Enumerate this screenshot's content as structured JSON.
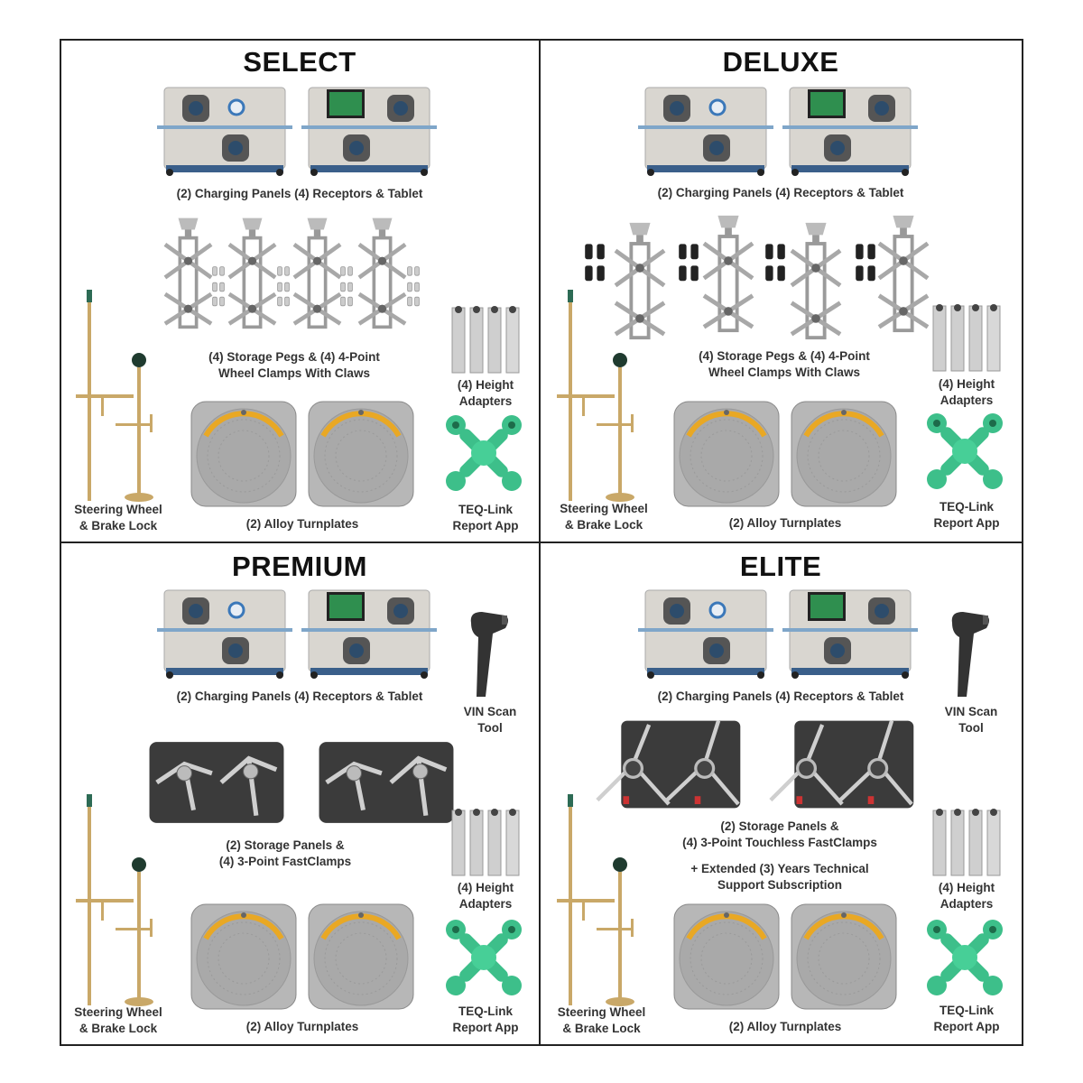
{
  "packages": [
    {
      "title": "SELECT",
      "panels_caption": "(2) Charging Panels (4) Receptors & Tablet",
      "clamps_caption_1": "(4) Storage Pegs & (4) 4-Point",
      "clamps_caption_2": "Wheel Clamps With Claws",
      "height_caption_1": "(4) Height",
      "height_caption_2": "Adapters",
      "steering_caption_1": "Steering Wheel",
      "steering_caption_2": "& Brake Lock",
      "turnplates_caption": "(2) Alloy Turnplates",
      "teq_caption_1": "TEQ-Link",
      "teq_caption_2": "Report App"
    },
    {
      "title": "DELUXE",
      "panels_caption": "(2) Charging Panels (4) Receptors & Tablet",
      "clamps_caption_1": "(4) Storage Pegs & (4) 4-Point",
      "clamps_caption_2": "Wheel Clamps With Claws",
      "height_caption_1": "(4) Height",
      "height_caption_2": "Adapters",
      "steering_caption_1": "Steering Wheel",
      "steering_caption_2": "& Brake Lock",
      "turnplates_caption": "(2) Alloy Turnplates",
      "teq_caption_1": "TEQ-Link",
      "teq_caption_2": "Report App"
    },
    {
      "title": "PREMIUM",
      "panels_caption": "(2) Charging Panels (4) Receptors & Tablet",
      "vin_caption_1": "VIN Scan",
      "vin_caption_2": "Tool",
      "clamps_caption_1": "(2) Storage Panels &",
      "clamps_caption_2": "(4) 3-Point FastClamps",
      "height_caption_1": "(4) Height",
      "height_caption_2": "Adapters",
      "steering_caption_1": "Steering Wheel",
      "steering_caption_2": "& Brake Lock",
      "turnplates_caption": "(2) Alloy Turnplates",
      "teq_caption_1": "TEQ-Link",
      "teq_caption_2": "Report App"
    },
    {
      "title": "ELITE",
      "panels_caption": "(2) Charging Panels (4) Receptors & Tablet",
      "vin_caption_1": "VIN Scan",
      "vin_caption_2": "Tool",
      "clamps_caption_1": "(2) Storage Panels &",
      "clamps_caption_2": "(4) 3-Point Touchless FastClamps",
      "support_caption_1": "+ Extended (3) Years Technical",
      "support_caption_2": "Support Subscription",
      "height_caption_1": "(4) Height",
      "height_caption_2": "Adapters",
      "steering_caption_1": "Steering Wheel",
      "steering_caption_2": "& Brake Lock",
      "turnplates_caption": "(2) Alloy Turnplates",
      "teq_caption_1": "TEQ-Link",
      "teq_caption_2": "Report App"
    }
  ],
  "colors": {
    "border": "#222222",
    "panel": "#d9d6d0",
    "turnplate": "#b7b7b7",
    "turnplate_scale": "#e9a824",
    "teq_green": "#3dbf8a",
    "rod": "#c9a868",
    "dark_panel": "#3b3b3b"
  }
}
